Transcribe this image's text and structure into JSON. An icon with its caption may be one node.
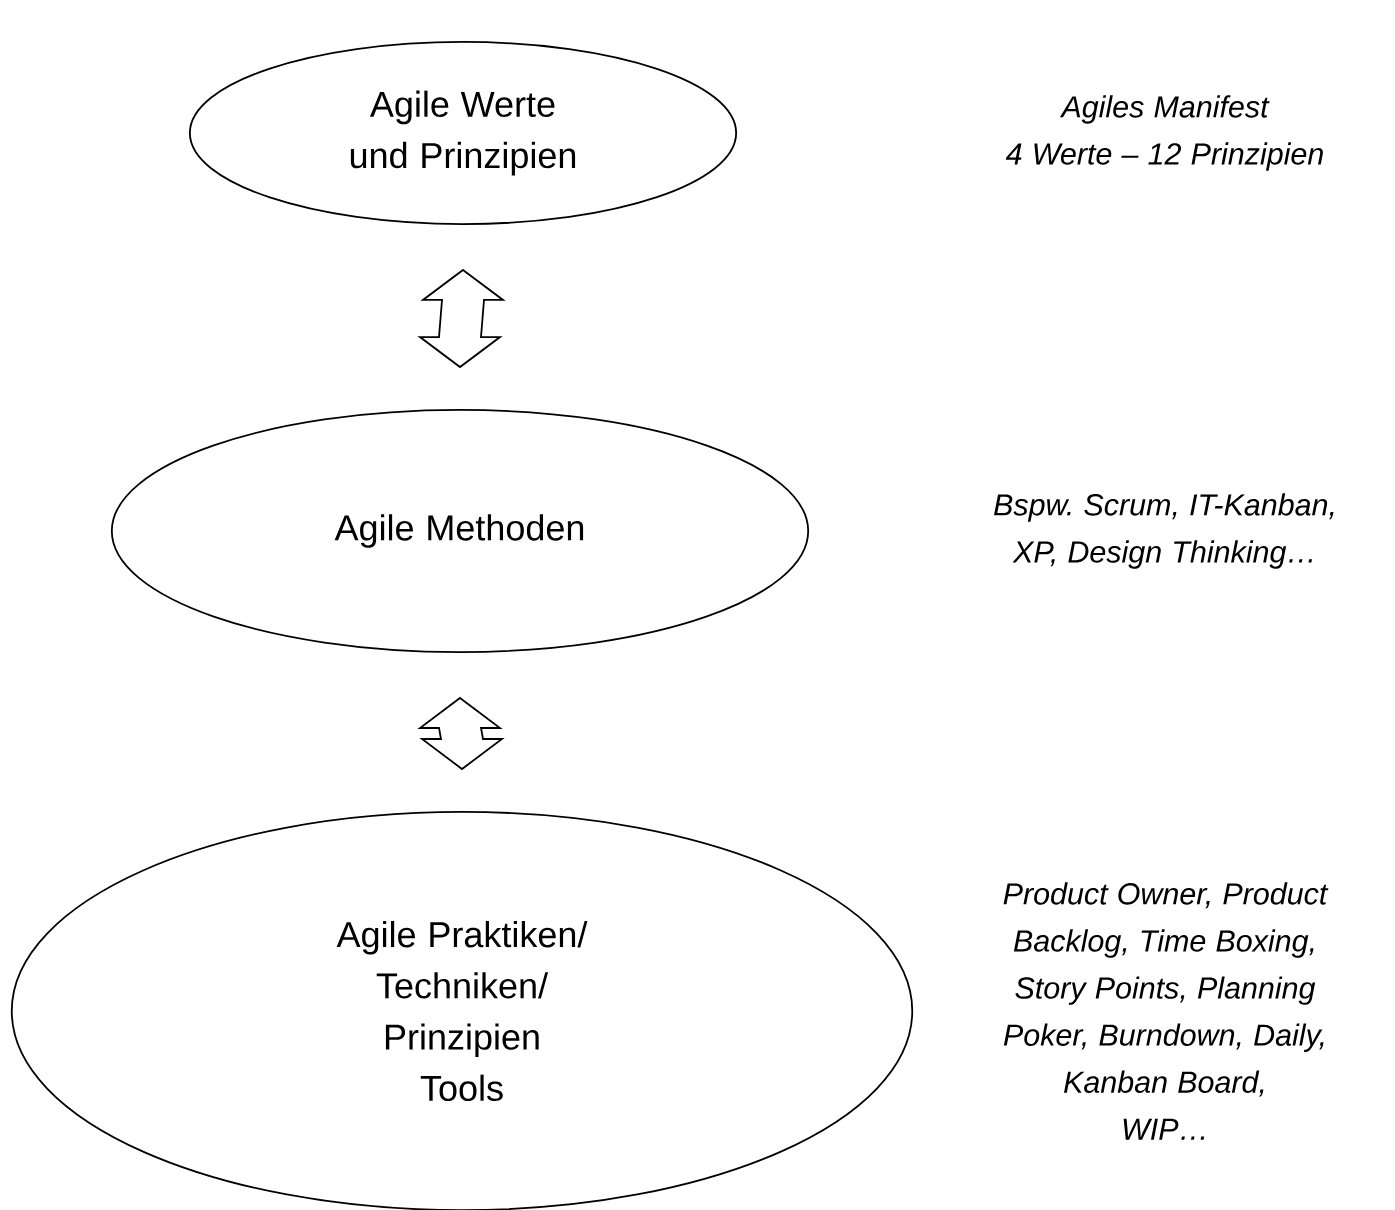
{
  "diagram": {
    "nodes": [
      {
        "text": [
          "Agile Werte und Prinzipien"
        ]
      },
      {
        "text": [
          "Agile Methoden"
        ]
      },
      {
        "text": [
          "Agile Praktiken/ Techniken/ Prinzipien Tools"
        ]
      }
    ],
    "edges": [
      {
        "from": 0,
        "to": 1,
        "arrow": "both"
      },
      {
        "from": 1,
        "to": 2,
        "arrow": "both"
      }
    ],
    "labels": [
      "Agiles Manifest 4 Werte – 12 Prinzipien",
      "Bspw. Scrum, IT-Kanban, XP, Design Thinking…",
      "Product Owner, Product Backlog, Time Boxing, Story Points, Planning Poker, Burndown, Daily, Kanban Board, WIP…"
    ]
  }
}
